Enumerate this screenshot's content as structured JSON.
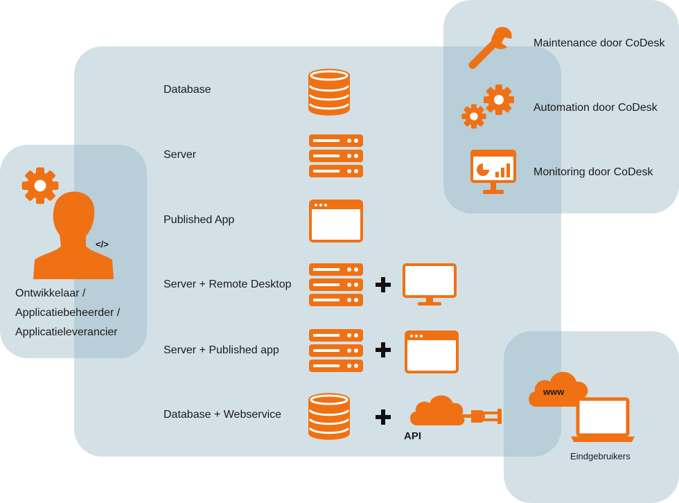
{
  "colors": {
    "accent": "#f07114",
    "panel": "#8cb0c0",
    "text": "#1a1a1a"
  },
  "developer": {
    "icon": "developer-person-icon",
    "code_tag": "</>",
    "lines": [
      "Ontwikkelaar /",
      "Applicatiebeheerder /",
      "Applicatieleverancier"
    ]
  },
  "options": [
    {
      "label": "Database",
      "icons": [
        "database-icon"
      ]
    },
    {
      "label": "Server",
      "icons": [
        "server-icon"
      ]
    },
    {
      "label": "Published App",
      "icons": [
        "app-window-icon"
      ]
    },
    {
      "label": "Server + Remote Desktop",
      "icons": [
        "server-icon",
        "plus-icon",
        "monitor-icon"
      ]
    },
    {
      "label": "Server + Published app",
      "icons": [
        "server-icon",
        "plus-icon",
        "app-window-icon"
      ]
    },
    {
      "label": "Database + Webservice",
      "icons": [
        "database-icon",
        "plus-icon",
        "cloud-plug-icon"
      ]
    }
  ],
  "api_label": "API",
  "codesk_services": [
    {
      "label": "Maintenance door CoDesk",
      "icon": "wrench-icon"
    },
    {
      "label": "Automation door CoDesk",
      "icon": "gears-icon"
    },
    {
      "label": "Monitoring door CoDesk",
      "icon": "monitoring-display-icon"
    }
  ],
  "end_users": {
    "label": "Eindgebruikers",
    "cloud_text": "www",
    "icon": "laptop-icon"
  }
}
